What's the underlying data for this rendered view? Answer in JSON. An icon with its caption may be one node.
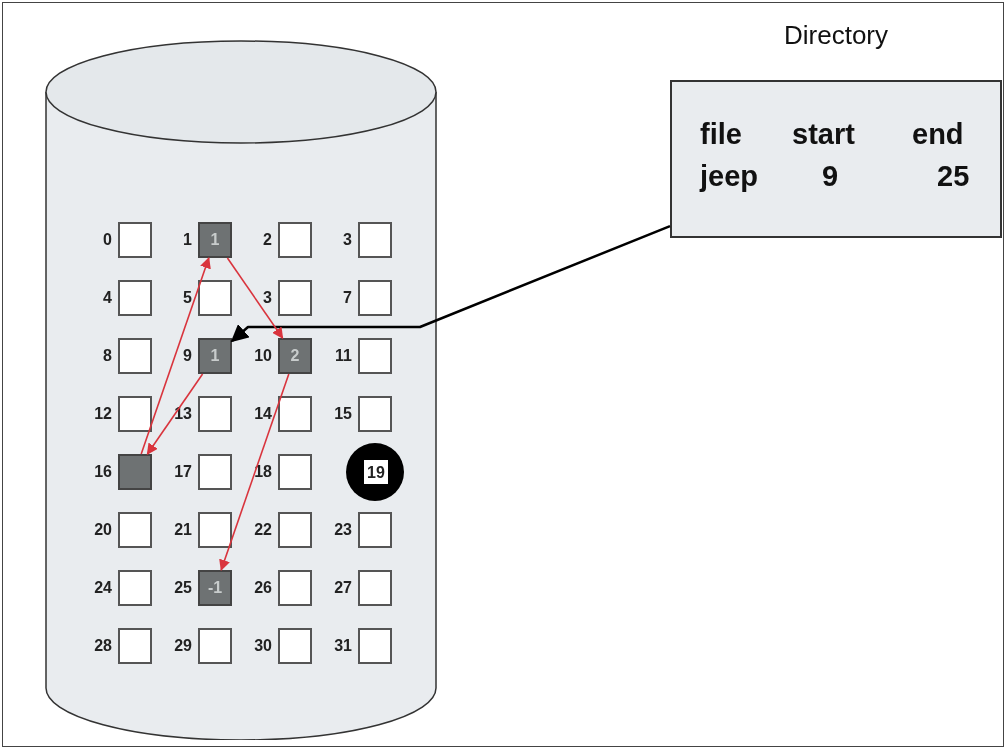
{
  "diagram": {
    "nodes": [
      {
        "text": [],
        "shape": "cylinder"
      },
      {
        "text": [
          "Directory",
          "file",
          "start",
          "end",
          "jeep",
          "9",
          "25"
        ]
      },
      {
        "text": [],
        "shape": "box",
        "in": 0,
        "beside": [
          "0"
        ]
      },
      {
        "text": [
          "1"
        ],
        "in": 0,
        "beside": [
          "1"
        ]
      },
      {
        "text": [],
        "shape": "box",
        "in": 0,
        "beside": [
          "2"
        ]
      },
      {
        "text": [],
        "shape": "box",
        "in": 0,
        "beside": [
          "3"
        ]
      },
      {
        "text": [],
        "shape": "box",
        "in": 0,
        "beside": [
          "4"
        ]
      },
      {
        "text": [],
        "shape": "box",
        "in": 0,
        "beside": [
          "5"
        ]
      },
      {
        "text": [],
        "shape": "box",
        "in": 0,
        "beside": [
          "3"
        ]
      },
      {
        "text": [],
        "shape": "box",
        "in": 0,
        "beside": [
          "7"
        ]
      },
      {
        "text": [],
        "shape": "box",
        "in": 0,
        "beside": [
          "8"
        ]
      },
      {
        "text": [
          "1"
        ],
        "in": 0,
        "beside": [
          "9"
        ]
      },
      {
        "text": [
          "2"
        ],
        "in": 0,
        "beside": [
          "10"
        ]
      },
      {
        "text": [],
        "shape": "box",
        "in": 0,
        "beside": [
          "11"
        ]
      },
      {
        "text": [],
        "shape": "box",
        "in": 0,
        "beside": [
          "12"
        ]
      },
      {
        "text": [],
        "shape": "box",
        "in": 0,
        "beside": [
          "13"
        ]
      },
      {
        "text": [],
        "shape": "box",
        "in": 0,
        "beside": [
          "14"
        ]
      },
      {
        "text": [],
        "shape": "box",
        "in": 0,
        "beside": [
          "15"
        ]
      },
      {
        "text": [],
        "shape": "box",
        "in": 0,
        "beside": [
          "16"
        ]
      },
      {
        "text": [],
        "shape": "box",
        "in": 0,
        "beside": [
          "17"
        ]
      },
      {
        "text": [],
        "shape": "box",
        "in": 0,
        "beside": [
          "18"
        ]
      },
      {
        "text": [
          "19"
        ],
        "in": 0
      },
      {
        "text": [],
        "shape": "box",
        "in": 0,
        "beside": [
          "20"
        ]
      },
      {
        "text": [],
        "shape": "box",
        "in": 0,
        "beside": [
          "21"
        ]
      },
      {
        "text": [],
        "shape": "box",
        "in": 0,
        "beside": [
          "22"
        ]
      },
      {
        "text": [],
        "shape": "box",
        "in": 0,
        "beside": [
          "23"
        ]
      },
      {
        "text": [],
        "shape": "box",
        "in": 0,
        "beside": [
          "24"
        ]
      },
      {
        "text": [
          "-1"
        ],
        "in": 0,
        "beside": [
          "25"
        ]
      },
      {
        "text": [],
        "shape": "box",
        "in": 0,
        "beside": [
          "26"
        ]
      },
      {
        "text": [],
        "shape": "box",
        "in": 0,
        "beside": [
          "27"
        ]
      },
      {
        "text": [],
        "shape": "box",
        "in": 0,
        "beside": [
          "28"
        ]
      },
      {
        "text": [],
        "shape": "box",
        "in": 0,
        "beside": [
          "29"
        ]
      },
      {
        "text": [],
        "shape": "box",
        "in": 0,
        "beside": [
          "30"
        ]
      },
      {
        "text": [],
        "shape": "box",
        "in": 0,
        "beside": [
          "31"
        ]
      }
    ],
    "edges": [
      {
        "from": 1,
        "to": 11,
        "arrow": "to",
        "color": "#000000"
      },
      {
        "from": 11,
        "to": 18,
        "arrow": "to"
      },
      {
        "from": 18,
        "to": 3,
        "arrow": "to"
      },
      {
        "from": 3,
        "to": 12,
        "arrow": "to"
      },
      {
        "from": 12,
        "to": 27,
        "arrow": "to"
      }
    ]
  }
}
